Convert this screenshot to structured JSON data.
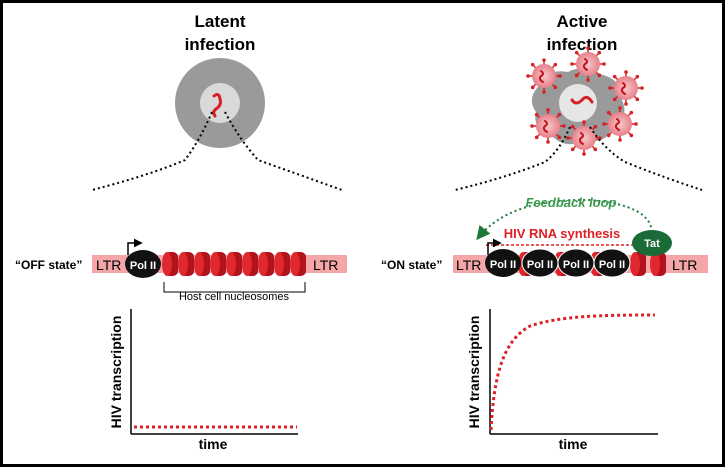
{
  "left": {
    "title_line1": "Latent",
    "title_line2": "infection",
    "state_label": "“OFF state”",
    "ltr_left": "LTR",
    "ltr_right": "LTR",
    "polymerase": "Pol II",
    "nucleosome_caption": "Host cell nucleosomes",
    "plot_ylabel": "HIV transcription",
    "plot_xlabel": "time"
  },
  "right": {
    "title_line1": "Active",
    "title_line2": "infection",
    "state_label": "“ON state”",
    "ltr_left": "LTR",
    "ltr_right": "LTR",
    "polymerases": [
      "Pol II",
      "Pol II",
      "Pol II",
      "Pol II"
    ],
    "tat": "Tat",
    "feedback_label": "Feedback loop",
    "rna_label": "HIV RNA synthesis",
    "plot_ylabel": "HIV transcription",
    "plot_xlabel": "time"
  },
  "colors": {
    "dna_band": "#f4a6a8",
    "nucleosome": "#d81f26",
    "curve": "#e01e26",
    "feedback": "#1f7a3a",
    "tat": "#1b6b38",
    "cell_gray": "#9a9a9a"
  }
}
